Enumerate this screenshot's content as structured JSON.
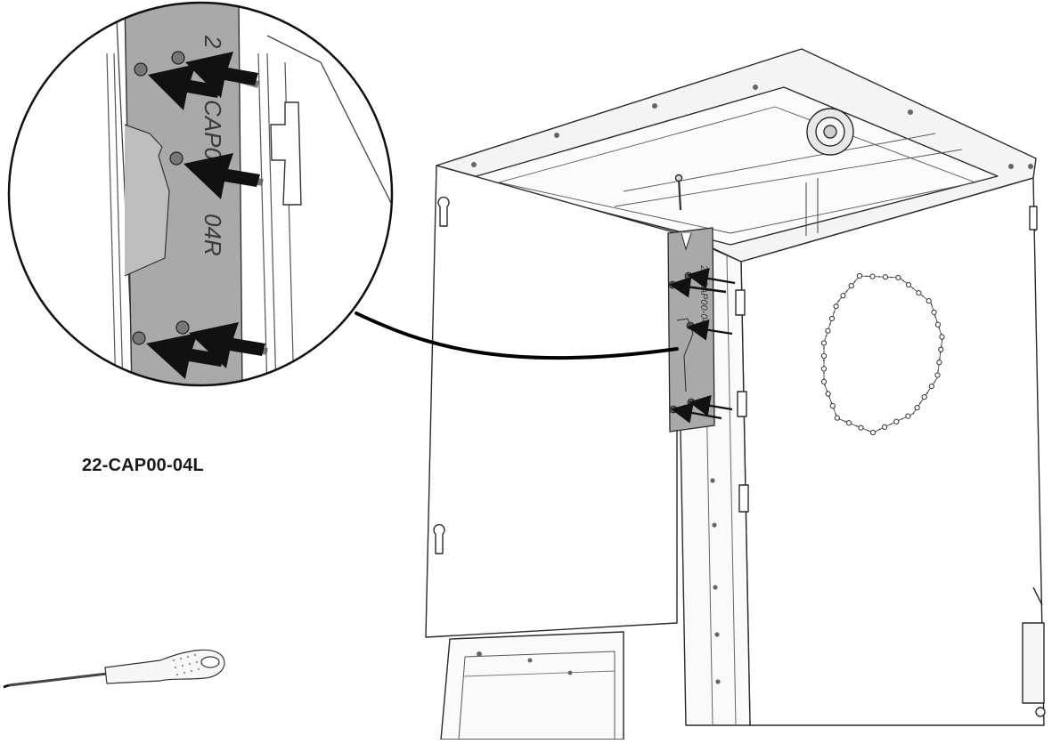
{
  "part_label": "22-CAP00-04L",
  "bracket_marking": "22-CAP00-04R",
  "zoom_marking_parts": [
    "2",
    "CAP0",
    "04R"
  ],
  "tool": "screwdriver-icon",
  "colors": {
    "line": "#2a2a2a",
    "bracket_fill": "#a9a9a9",
    "panel_fill": "#ffffff",
    "arrow": "#111111",
    "connector": "#000000"
  }
}
